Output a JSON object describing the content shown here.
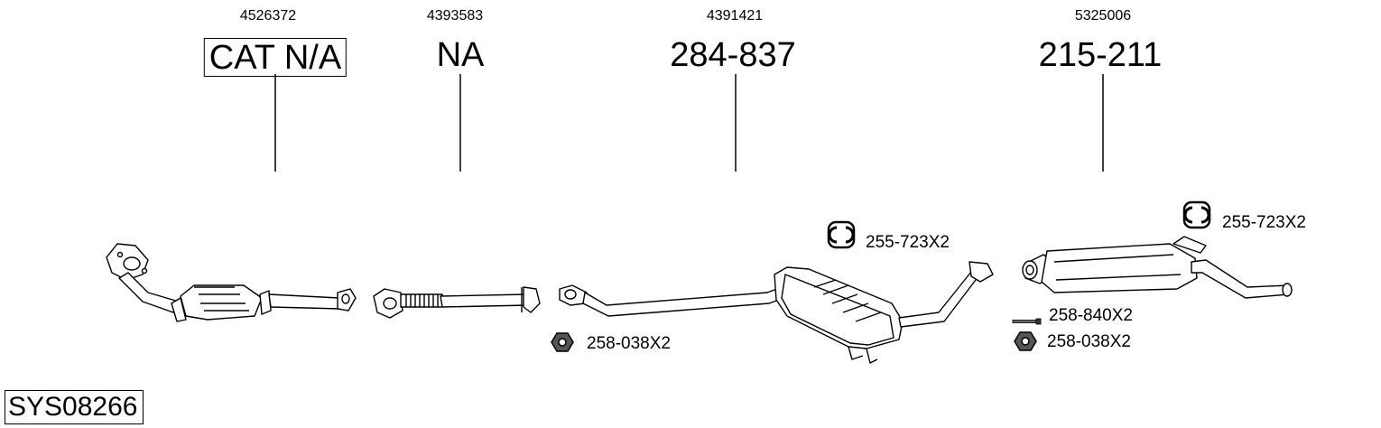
{
  "system_code": "SYS08266",
  "columns": [
    {
      "oem": "4526372",
      "part": "CAT N/A",
      "boxed": true
    },
    {
      "oem": "4393583",
      "part": "NA",
      "boxed": false
    },
    {
      "oem": "4391421",
      "part": "284-837",
      "boxed": false
    },
    {
      "oem": "5325006",
      "part": "215-211",
      "boxed": false
    }
  ],
  "accessories": [
    {
      "label": "255-723X2",
      "icon": "rubber-hanger-icon"
    },
    {
      "label": "258-038X2",
      "icon": "hex-nut-icon"
    },
    {
      "label": "255-723X2",
      "icon": "rubber-hanger-icon"
    },
    {
      "label": "258-840X2",
      "icon": "bolt-icon"
    },
    {
      "label": "258-038X2",
      "icon": "hex-nut-icon"
    }
  ]
}
